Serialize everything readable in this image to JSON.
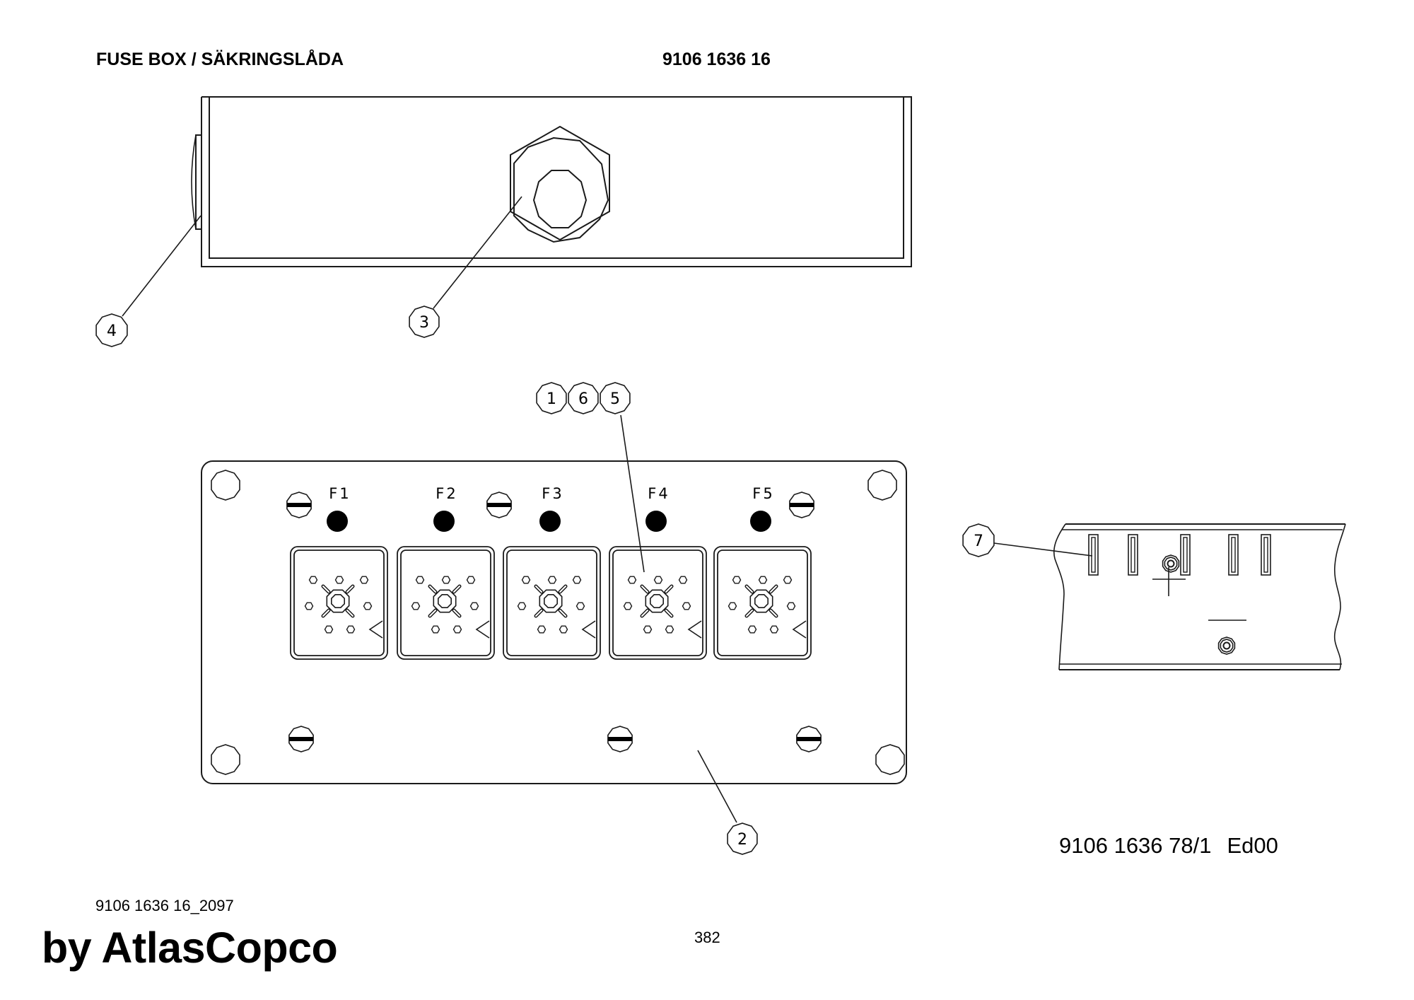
{
  "header": {
    "title": "FUSE BOX / SÄKRINGSLÅDA",
    "part_number": "9106 1636 16"
  },
  "balloons": {
    "side_view": [
      "4",
      "3"
    ],
    "front_view_group": [
      "1",
      "6",
      "5"
    ],
    "panel": "2",
    "rail": "7"
  },
  "fuses": [
    {
      "label": "F1"
    },
    {
      "label": "F2"
    },
    {
      "label": "F3"
    },
    {
      "label": "F4"
    },
    {
      "label": "F5"
    }
  ],
  "drawing_reference": {
    "number": "9106 1636 78/1",
    "edition": "Ed00"
  },
  "footer": {
    "code": "9106 1636 16_2097",
    "page": "382",
    "brand": "by AtlasCopco"
  },
  "colors": {
    "line": "#1a1a1a",
    "background": "#ffffff"
  }
}
